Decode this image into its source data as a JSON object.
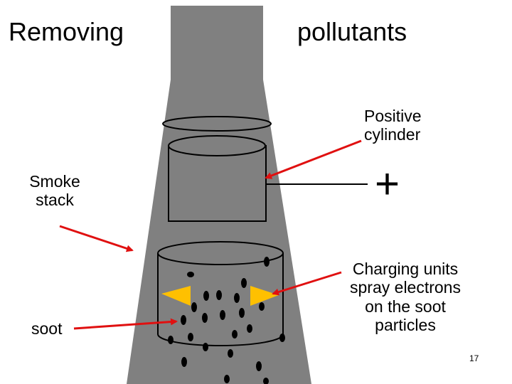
{
  "title": {
    "left": "Removing",
    "right": "pollutants"
  },
  "labels": {
    "positive_cylinder": "Positive\ncylinder",
    "smoke_stack": "Smoke\nstack",
    "soot": "soot",
    "charging_units": "Charging units\nspray electrons\non the soot\nparticles",
    "plus_sign": "+"
  },
  "page_number": "17",
  "colors": {
    "stack": "#808080",
    "arrow": "#e01010",
    "charging_unit": "#ffc000",
    "cylinder_fill": "#808080",
    "outline": "#000000"
  }
}
